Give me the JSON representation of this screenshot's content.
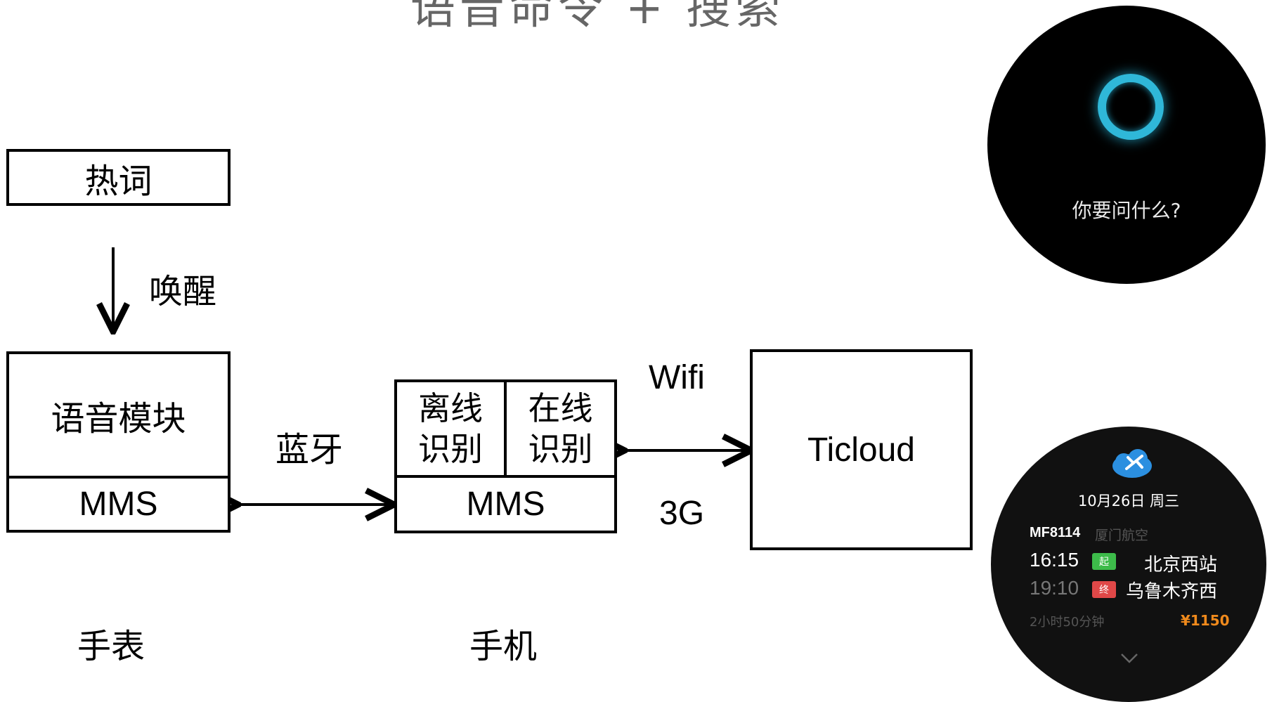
{
  "title": "语音命令 + 搜索",
  "diagram": {
    "hotword_box": "热词",
    "wake_label": "唤醒",
    "voice_module_box": "语音模块",
    "watch_mms_box": "MMS",
    "bluetooth_label": "蓝牙",
    "offline_box": "离线识别",
    "online_box": "在线识别",
    "phone_mms_box": "MMS",
    "wifi_label": "Wifi",
    "threeg_label": "3G",
    "ticloud_box": "Ticloud",
    "watch_caption": "手表",
    "phone_caption": "手机"
  },
  "watch_screen_1": {
    "prompt": "你要问什么?",
    "ring_color": "#2fb7d8"
  },
  "watch_screen_2": {
    "icon": "airplane-cloud-icon",
    "date": "10月26日 周三",
    "flight": "MF8114",
    "airline": "厦门航空",
    "depart_time": "16:15",
    "depart_badge": "起",
    "depart_station": "北京西站",
    "arrive_time": "19:10",
    "arrive_badge": "终",
    "arrive_station": "乌鲁木齐西",
    "duration": "2小时50分钟",
    "price": "¥1150",
    "depart_badge_color": "#3dbb4a",
    "arrive_badge_color": "#e04848",
    "price_color": "#f08a1c"
  }
}
